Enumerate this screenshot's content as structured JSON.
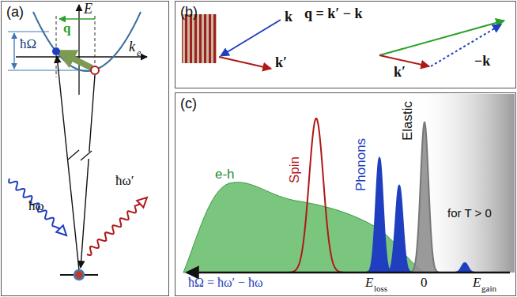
{
  "diagram": {
    "nodes": [
      {
        "text": [
          "(a)"
        ]
      },
      {
        "text": [
          "(b)"
        ]
      },
      {
        "text": [
          "(c)"
        ]
      }
    ],
    "labels": [
      "E",
      "q",
      "ħΩ",
      "k",
      "e",
      "ħω",
      "ħω′",
      "k",
      "k′",
      "q = k′ − k",
      "k′",
      "−k",
      "e-h",
      "Spin",
      "Phonons",
      "Elastic",
      "for T > 0",
      "ħΩ = ħω′ − ħω",
      "E",
      "loss",
      "0",
      "E",
      "gain"
    ]
  }
}
